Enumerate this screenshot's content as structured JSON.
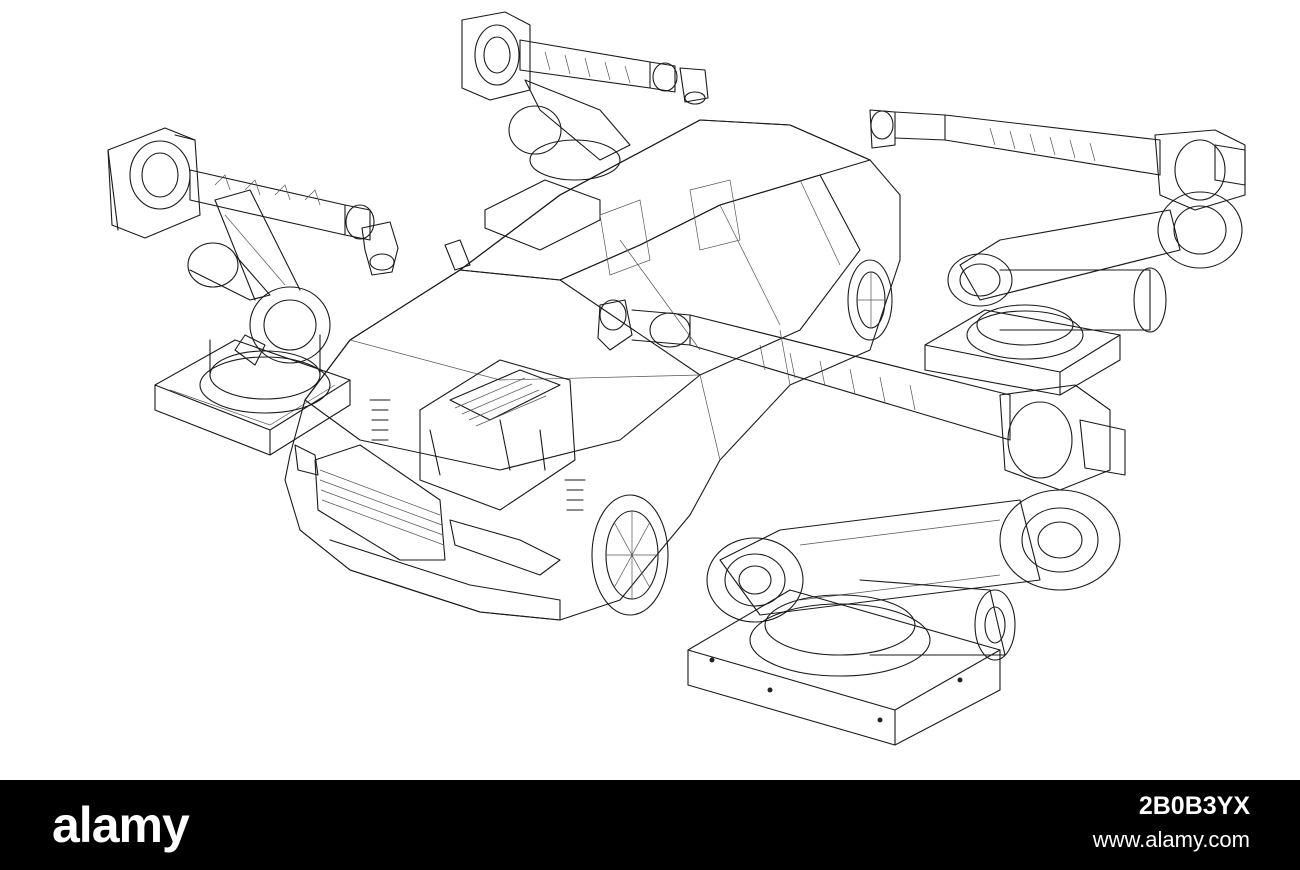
{
  "scene": {
    "subject": "wireframe-car-with-robotic-arms",
    "line_color": "#1a1a1a",
    "background_color": "#ffffff"
  },
  "watermark": {
    "brand": "alamy",
    "image_id": "2B0B3YX",
    "url": "www.alamy.com",
    "band_color": "#000000",
    "text_color": "#ffffff"
  }
}
